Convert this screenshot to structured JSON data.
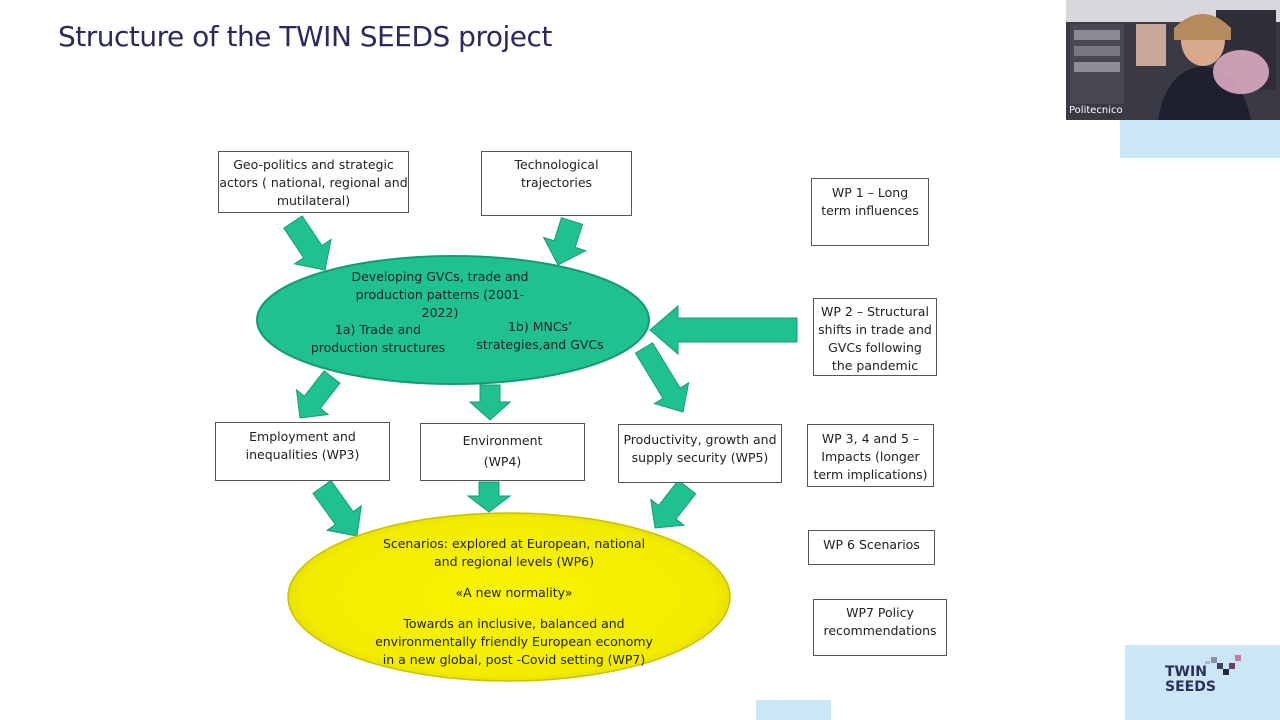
{
  "slide": {
    "title": "Structure of the TWIN SEEDS project"
  },
  "diagram": {
    "drivers": [
      {
        "lines": [
          "Geo-politics and strategic",
          "actors ( national, regional and",
          "mutilateral)"
        ]
      },
      {
        "lines": [
          "Technological",
          "trajectories"
        ]
      }
    ],
    "core_ellipse": {
      "heading_lines": [
        "Developing GVCs, trade and",
        "production patterns  (2001-",
        "2022)"
      ],
      "sub_a_lines": [
        "1a) Trade and",
        "production structures"
      ],
      "sub_b_lines": [
        "1b) MNCs’",
        "strategies,and GVCs"
      ],
      "color": "#1ec18f"
    },
    "impacts": [
      {
        "lines": [
          "Employment and",
          "inequalities (WP3)"
        ]
      },
      {
        "lines": [
          "Environment",
          "(WP4)"
        ]
      },
      {
        "lines": [
          "Productivity, growth and",
          "supply security (WP5)"
        ]
      }
    ],
    "scenario_ellipse": {
      "lines_1": [
        "Scenarios: explored at European, national",
        "and regional  levels (WP6)"
      ],
      "line_2": "«A new normality»",
      "lines_3": [
        "Towards an inclusive, balanced and",
        "environmentally friendly European economy",
        "in a new global, post -Covid setting (WP7)"
      ],
      "color": "#f7f200"
    },
    "arrow_color": "#1ec18f",
    "work_packages": [
      {
        "lines": [
          "WP 1 – Long",
          "term influences"
        ]
      },
      {
        "lines": [
          "WP 2 – Structural",
          "shifts in trade and",
          "GVCs following",
          "the pandemic"
        ]
      },
      {
        "lines": [
          "WP 3, 4 and 5 –",
          "Impacts (longer",
          "term implications)"
        ]
      },
      {
        "lines": [
          "WP 6 Scenarios"
        ]
      },
      {
        "lines": [
          "WP7 Policy",
          "recommendations"
        ]
      }
    ]
  },
  "video": {
    "participant_label": "Politecnico"
  },
  "logo": {
    "line1": "TWIN",
    "line2": "SEEDS"
  }
}
